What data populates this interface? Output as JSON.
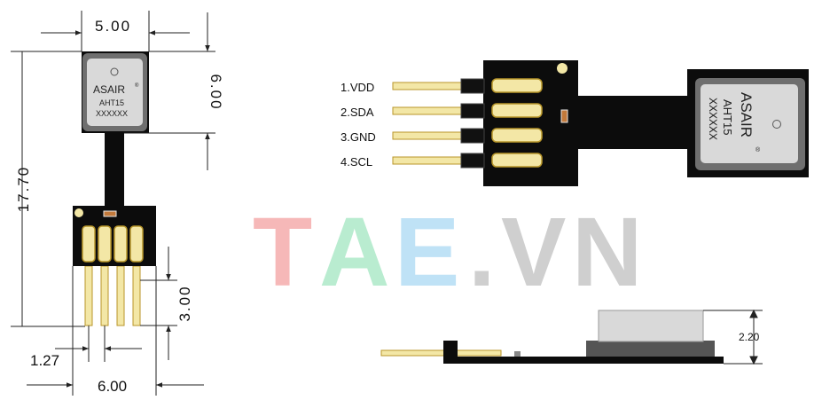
{
  "watermark": {
    "letters": [
      {
        "ch": "T",
        "color": "#f6b8b8"
      },
      {
        "ch": "A",
        "color": "#b9ecd0"
      },
      {
        "ch": "E",
        "color": "#bfe2f6"
      },
      {
        "ch": ".",
        "color": "#cfcfcf"
      },
      {
        "ch": "V",
        "color": "#cfcfcf"
      },
      {
        "ch": "N",
        "color": "#cfcfcf"
      }
    ]
  },
  "chip": {
    "brand": "ASAIR",
    "reg": "®",
    "model": "AHT15",
    "code": "XXXXXX"
  },
  "dimensions": {
    "top_width": "5.00",
    "chip_height": "6.00",
    "total_height": "17.70",
    "pin_length": "3.00",
    "pitch": "1.27",
    "bottom_width": "6.00",
    "thickness": "2.20"
  },
  "pins": [
    "1.VDD",
    "2.SDA",
    "3.GND",
    "4.SCL"
  ],
  "colors": {
    "pcb": "#0c0c0c",
    "gold_fill": "#f3e7a6",
    "gold_stroke": "#b8962a",
    "chip_outer": "#6f6f6f",
    "chip_inner": "#d9d9d9",
    "resistor": "#c2793b"
  }
}
